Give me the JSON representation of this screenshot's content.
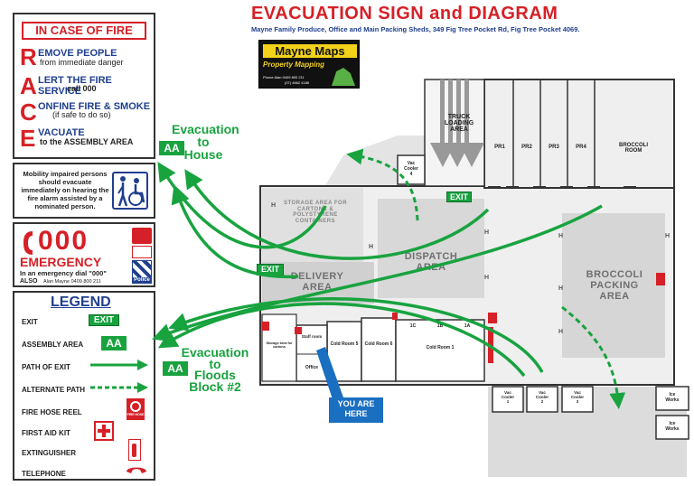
{
  "header": {
    "title": "EVACUATION SIGN and DIAGRAM",
    "subtitle": "Mayne Family Produce, Office and Main Packing Sheds, 349 Fig Tree Pocket Rd, Fig Tree Pocket 4069."
  },
  "logo": {
    "name": "Mayne Maps",
    "tagline": "Property Mapping",
    "contact": "Phone Alan  0409 800 211",
    "contact2": "(07) 4662 4186"
  },
  "fire_panel": {
    "title": "IN CASE OF FIRE",
    "steps": [
      {
        "letter": "R",
        "head": "EMOVE PEOPLE",
        "sub": "from immediate danger"
      },
      {
        "letter": "A",
        "head": "LERT THE FIRE SERVICE",
        "sub": "call 000"
      },
      {
        "letter": "C",
        "head": "ONFINE FIRE & SMOKE",
        "sub": "(if safe to do so)"
      },
      {
        "letter": "E",
        "head": "VACUATE",
        "sub": "to the ASSEMBLY AREA"
      }
    ]
  },
  "mobility": {
    "text": "Mobility impaired persons should evacuate immediately on hearing the fire alarm assisted by a nominated person."
  },
  "emergency": {
    "number": "000",
    "label": "EMERGENCY",
    "dial": "In an emergency dial \"000\"",
    "also_label": "ALSO",
    "also_text": "Alan Mayne  0409 800 211",
    "police": "Police"
  },
  "legend": {
    "title": "LEGEND",
    "items": [
      {
        "label": "EXIT",
        "symbol": "EXIT"
      },
      {
        "label": "ASSEMBLY AREA",
        "symbol": "AA"
      },
      {
        "label": "PATH OF EXIT",
        "symbol": ""
      },
      {
        "label": "ALTERNATE PATH",
        "symbol": ""
      },
      {
        "label": "FIRE HOSE REEL",
        "symbol": "FIRE HOSE"
      },
      {
        "label": "FIRST AID KIT",
        "symbol": ""
      },
      {
        "label": "EXTINGUISHER",
        "symbol": ""
      },
      {
        "label": "TELEPHONE",
        "symbol": ""
      }
    ]
  },
  "map": {
    "truck_area": "TRUCK\nLOADING\nAREA",
    "rooms_top": [
      "PR1",
      "PR2",
      "PR3",
      "PR4"
    ],
    "broccoli_room": "BROCCOLI\nROOM",
    "vac_cooler_4": "Vac\nCooler\n4",
    "exit_top": "EXIT",
    "exit_left": "EXIT",
    "storage": "STORAGE AREA FOR CARTONS & POLYSTYRENE CONTAINERS",
    "dispatch": "DISPATCH\nAREA",
    "delivery": "DELIVERY\nAREA",
    "broccoli_packing": "BROCCOLI\nPACKING\nAREA",
    "cold_rooms": [
      "Cold Room 5",
      "Cold Room 6",
      "Cold Room 1"
    ],
    "cold_room_marks": [
      "1C",
      "1B",
      "1A"
    ],
    "staff_room": "Staff room",
    "office": "Office",
    "storage_small": "Storage area for cartons",
    "vac_coolers": [
      "Vac\nCooler\n1",
      "Vac\nCooler\n2",
      "Vac\nCooler\n3"
    ],
    "ice_works": [
      "Ice\nWorks",
      "Ice\nWorks"
    ],
    "you_are_here": "YOU ARE\nHERE",
    "evac_house": "Evacuation\nto\nHouse",
    "evac_floods": "Evacuation\nto\nFloods\nBlock #2",
    "aa_house": "AA",
    "aa_floods": "AA",
    "hose_marks": [
      "H",
      "H",
      "H",
      "H",
      "H",
      "H",
      "H",
      "H"
    ]
  },
  "colors": {
    "title_red": "#d62027",
    "path_green": "#18a33f",
    "marker_blue": "#1a6fc0",
    "floor_grey": "#d8d8d8"
  }
}
